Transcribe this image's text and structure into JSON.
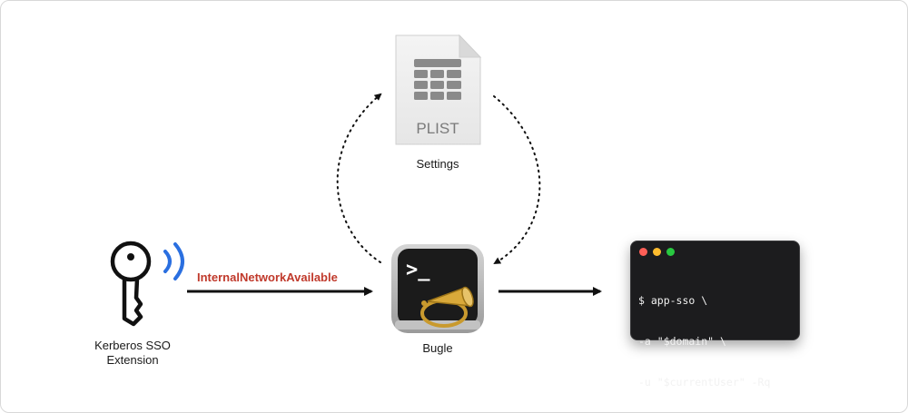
{
  "nodes": {
    "kerberos": {
      "label_line1": "Kerberos SSO",
      "label_line2": "Extension"
    },
    "plist": {
      "icon_text": "PLIST",
      "label": "Settings"
    },
    "bugle": {
      "prompt_text": ">_",
      "label": "Bugle"
    },
    "terminal": {
      "lines": [
        "$ app-sso \\",
        "-a \"$domain\" \\",
        "-u \"$currentUser\" -Rq"
      ]
    }
  },
  "edges": {
    "kerberos_to_bugle": {
      "label": "InternalNetworkAvailable"
    }
  },
  "colors": {
    "edge_label": "#c0392b",
    "wifi_arcs": "#2a6fe0",
    "arrow": "#111111",
    "dot_red": "#ff5f57",
    "dot_yellow": "#febc2e",
    "dot_green": "#28c840"
  },
  "icons": {
    "kerberos": "key-icon",
    "signal": "wifi-signal-icon",
    "plist": "plist-document-icon",
    "bugle": "terminal-app-icon",
    "horn": "bugle-horn-icon"
  }
}
